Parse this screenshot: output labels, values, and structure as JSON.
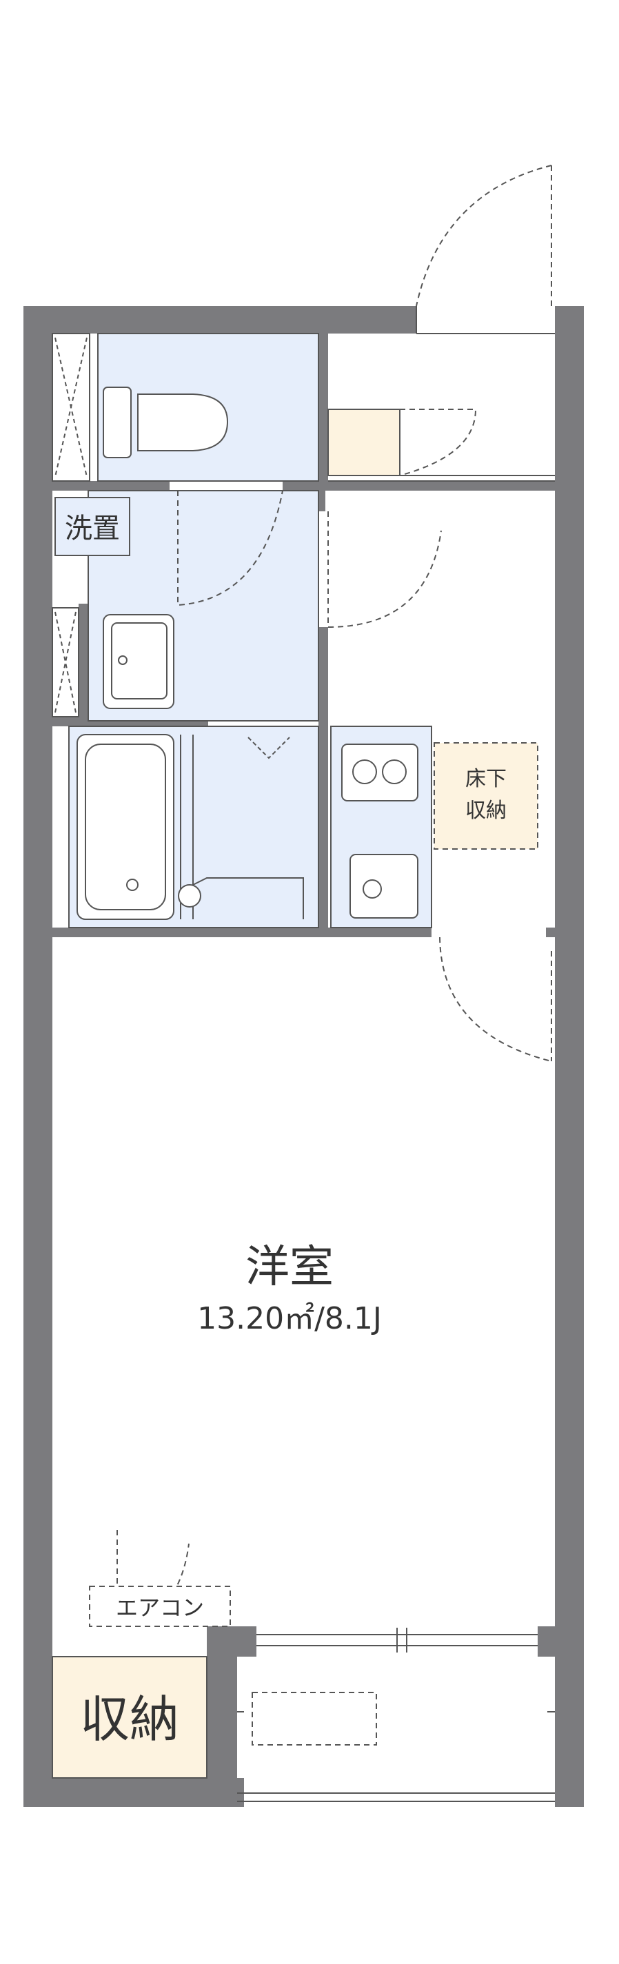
{
  "colors": {
    "wall": "#7b7b7e",
    "wet_area": "#e6eefb",
    "storage": "#fdf3e0",
    "line": "#555555",
    "text": "#333333"
  },
  "labels": {
    "washroom": "洗置",
    "underfloor_storage_line1": "床下",
    "underfloor_storage_line2": "収納",
    "main_room": "洋室",
    "main_room_area": "13.20㎡/8.1J",
    "aircon": "エアコン",
    "closet": "収納"
  }
}
